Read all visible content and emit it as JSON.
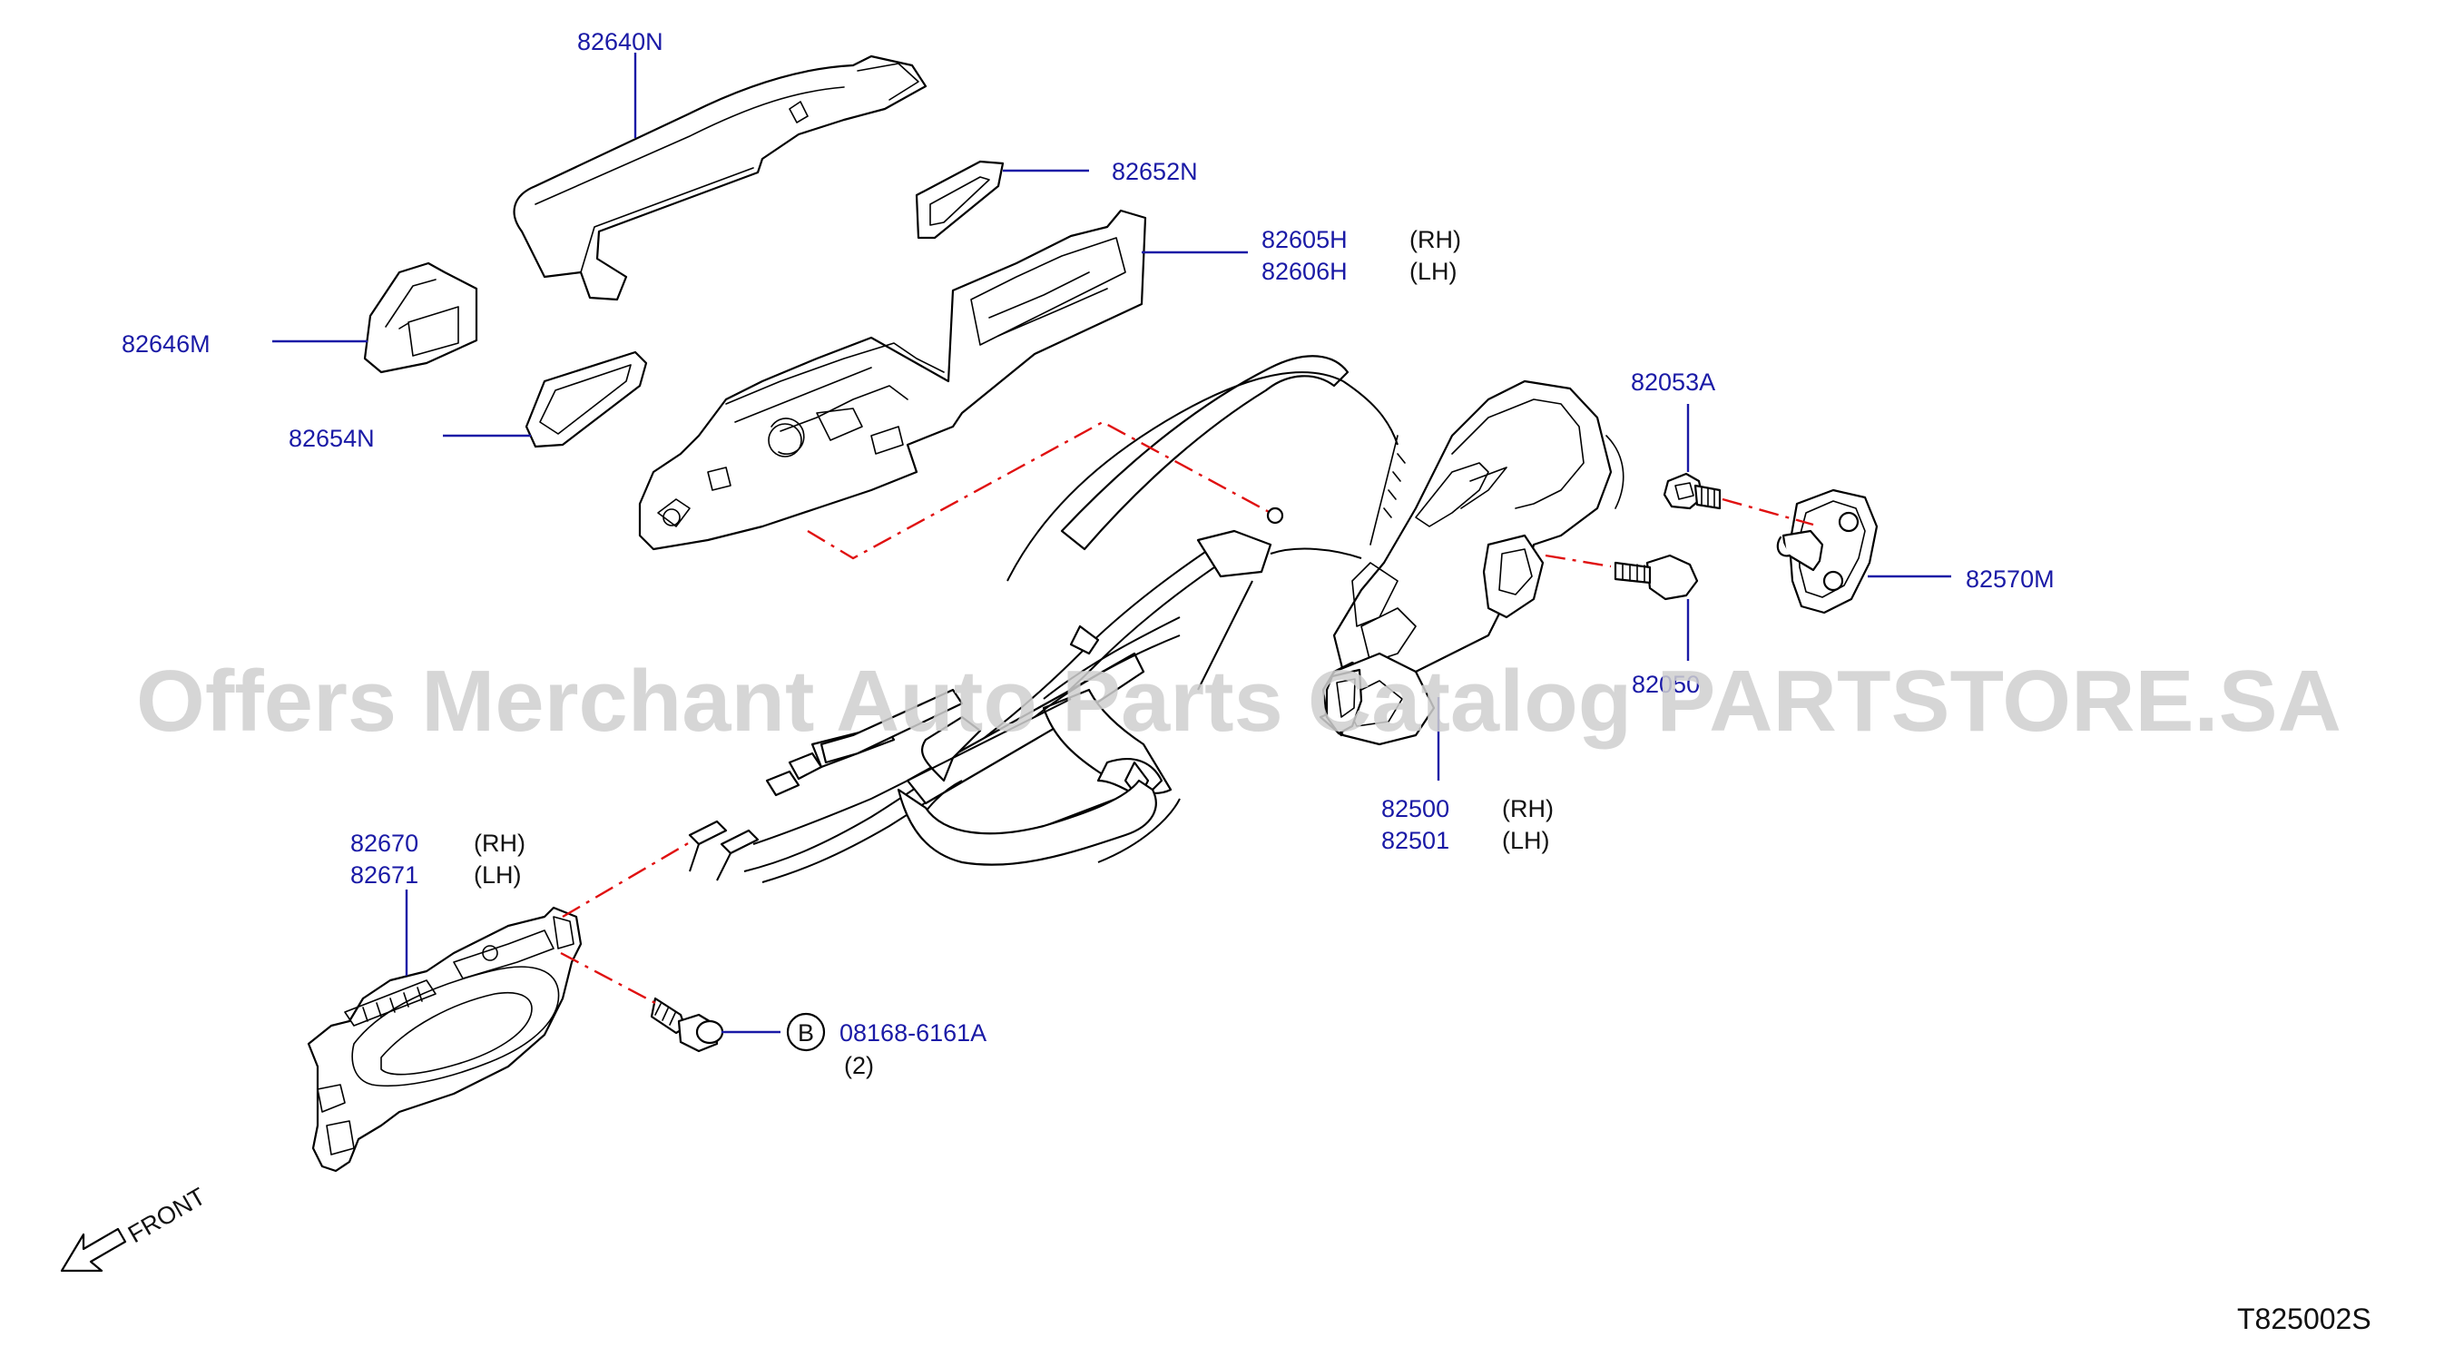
{
  "watermark": "Offers Merchant Auto Parts Catalog PARTSTORE.SA",
  "diagram_code": "T825002S",
  "front_label": "FRONT",
  "callout_letter": "B",
  "parts": [
    {
      "id": "p82640N",
      "number": "82640N"
    },
    {
      "id": "p82652N",
      "number": "82652N"
    },
    {
      "id": "p82605H",
      "number": "82605H",
      "side": "(RH)"
    },
    {
      "id": "p82606H",
      "number": "82606H",
      "side": "(LH)"
    },
    {
      "id": "p82646M",
      "number": "82646M"
    },
    {
      "id": "p82654N",
      "number": "82654N"
    },
    {
      "id": "p82053A",
      "number": "82053A"
    },
    {
      "id": "p82570M",
      "number": "82570M"
    },
    {
      "id": "p82050",
      "number": "82050"
    },
    {
      "id": "p82500",
      "number": "82500",
      "side": "(RH)"
    },
    {
      "id": "p82501",
      "number": "82501",
      "side": "(LH)"
    },
    {
      "id": "p82670",
      "number": "82670",
      "side": "(RH)"
    },
    {
      "id": "p82671",
      "number": "82671",
      "side": "(LH)"
    },
    {
      "id": "p08168",
      "number": "08168-6161A",
      "qty": "(2)"
    }
  ],
  "colors": {
    "label": "#1a1aa6",
    "link_dash": "#e01010",
    "line": "#000000",
    "watermark": "#d0d0d0"
  }
}
